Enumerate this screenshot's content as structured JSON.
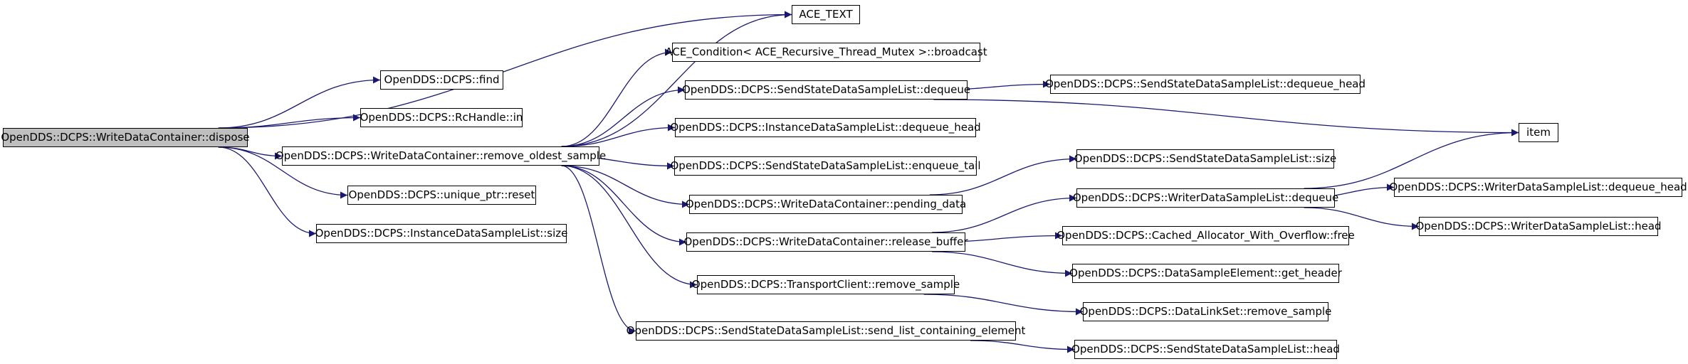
{
  "colors": {
    "edge": "#191970",
    "root_fill": "#bfbfbf",
    "node_fill": "#ffffff",
    "border": "#000000"
  },
  "nodes": {
    "dispose": "OpenDDS::DCPS::WriteDataContainer::dispose",
    "ace_text": "ACE_TEXT",
    "find": "OpenDDS::DCPS::find",
    "rchandle_in": "OpenDDS::DCPS::RcHandle::in",
    "remove_oldest_sample": "OpenDDS::DCPS::WriteDataContainer::remove_oldest_sample",
    "unique_ptr_reset": "OpenDDS::DCPS::unique_ptr::reset",
    "instance_size": "OpenDDS::DCPS::InstanceDataSampleList::size",
    "ace_condition_broadcast": "ACE_Condition< ACE_Recursive_Thread_Mutex >::broadcast",
    "ss_dequeue": "OpenDDS::DCPS::SendStateDataSampleList::dequeue",
    "instance_dequeue_head": "OpenDDS::DCPS::InstanceDataSampleList::dequeue_head",
    "ss_enqueue_tail": "OpenDDS::DCPS::SendStateDataSampleList::enqueue_tail",
    "pending_data": "OpenDDS::DCPS::WriteDataContainer::pending_data",
    "release_buffer": "OpenDDS::DCPS::WriteDataContainer::release_buffer",
    "transport_remove_sample": "OpenDDS::DCPS::TransportClient::remove_sample",
    "send_list_containing_element": "OpenDDS::DCPS::SendStateDataSampleList::send_list_containing_element",
    "ss_dequeue_head": "OpenDDS::DCPS::SendStateDataSampleList::dequeue_head",
    "ss_size": "OpenDDS::DCPS::SendStateDataSampleList::size",
    "writer_dequeue": "OpenDDS::DCPS::WriterDataSampleList::dequeue",
    "cached_free": "OpenDDS::DCPS::Cached_Allocator_With_Overflow::free",
    "get_header": "OpenDDS::DCPS::DataSampleElement::get_header",
    "datalinkset_remove_sample": "OpenDDS::DCPS::DataLinkSet::remove_sample",
    "ss_head": "OpenDDS::DCPS::SendStateDataSampleList::head",
    "item": "item",
    "writer_dequeue_head": "OpenDDS::DCPS::WriterDataSampleList::dequeue_head",
    "writer_head": "OpenDDS::DCPS::WriterDataSampleList::head"
  },
  "edges": [
    [
      "dispose",
      "ace_text"
    ],
    [
      "dispose",
      "find"
    ],
    [
      "dispose",
      "rchandle_in"
    ],
    [
      "dispose",
      "remove_oldest_sample"
    ],
    [
      "dispose",
      "unique_ptr_reset"
    ],
    [
      "dispose",
      "instance_size"
    ],
    [
      "remove_oldest_sample",
      "ace_text"
    ],
    [
      "remove_oldest_sample",
      "ace_condition_broadcast"
    ],
    [
      "remove_oldest_sample",
      "ss_dequeue"
    ],
    [
      "remove_oldest_sample",
      "instance_dequeue_head"
    ],
    [
      "remove_oldest_sample",
      "ss_enqueue_tail"
    ],
    [
      "remove_oldest_sample",
      "pending_data"
    ],
    [
      "remove_oldest_sample",
      "release_buffer"
    ],
    [
      "remove_oldest_sample",
      "transport_remove_sample"
    ],
    [
      "remove_oldest_sample",
      "send_list_containing_element"
    ],
    [
      "ss_dequeue",
      "ss_dequeue_head"
    ],
    [
      "ss_dequeue",
      "item"
    ],
    [
      "pending_data",
      "ss_size"
    ],
    [
      "release_buffer",
      "writer_dequeue"
    ],
    [
      "release_buffer",
      "cached_free"
    ],
    [
      "release_buffer",
      "get_header"
    ],
    [
      "transport_remove_sample",
      "datalinkset_remove_sample"
    ],
    [
      "send_list_containing_element",
      "ss_head"
    ],
    [
      "writer_dequeue",
      "item"
    ],
    [
      "writer_dequeue",
      "writer_dequeue_head"
    ],
    [
      "writer_dequeue",
      "writer_head"
    ]
  ]
}
